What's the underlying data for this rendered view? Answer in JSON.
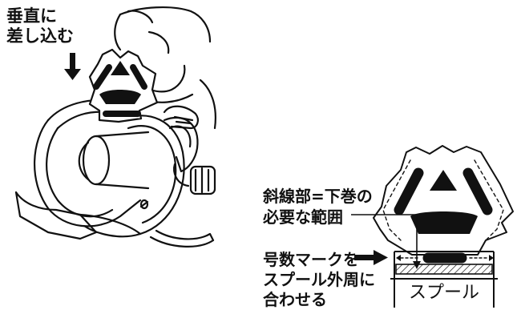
{
  "left_instruction": "垂直に\n差し込む",
  "diagram": {
    "hatched_area_label": "斜線部=下巻の\n必要な範囲",
    "mark_label": "号数マークを\nスプール外周に\n合わせる",
    "spool_label": "スプール"
  },
  "colors": {
    "ink": "#111111",
    "background": "#ffffff"
  }
}
